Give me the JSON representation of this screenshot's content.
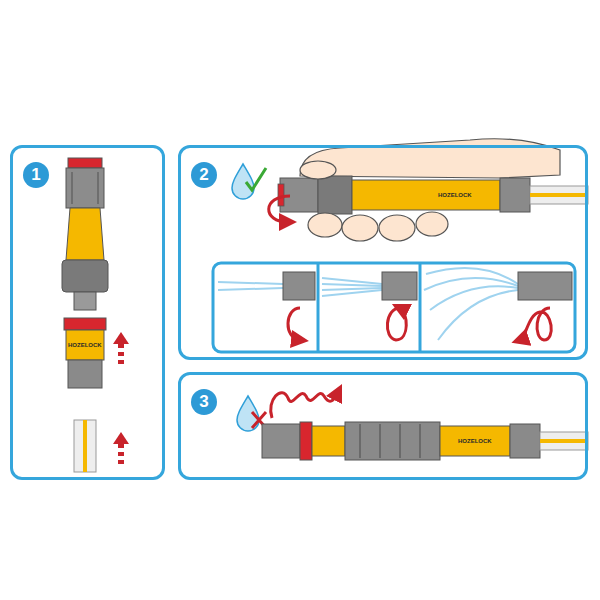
{
  "diagram": {
    "nodes": [
      {
        "text": [
          "1"
        ]
      },
      {
        "text": [
          "2"
        ]
      },
      {
        "text": [
          "3"
        ]
      }
    ],
    "labels": [
      "HOZELOCK",
      "HOZELOCK",
      "HOZELOCK"
    ]
  }
}
